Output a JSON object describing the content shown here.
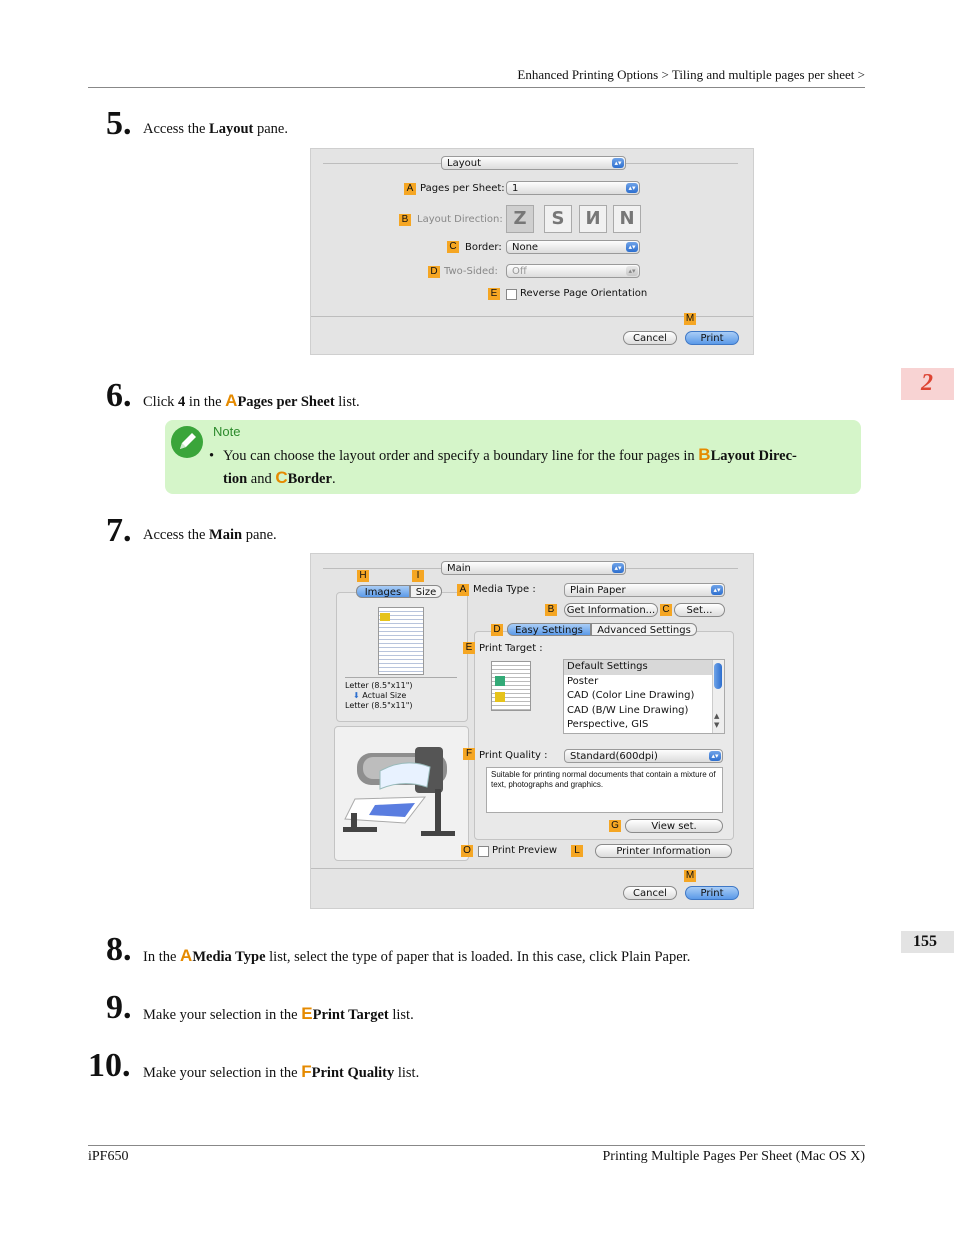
{
  "header": {
    "breadcrumb": "Enhanced Printing Options > Tiling and multiple pages per sheet >"
  },
  "side_tab": {
    "chapter": "2",
    "page": "155"
  },
  "steps": [
    {
      "num": "5.",
      "text_pre": "Access the ",
      "bold": "Layout",
      "text_post": " pane."
    },
    {
      "num": "6.",
      "text_pre": "Click ",
      "bold1": "4",
      "text_mid": " in the ",
      "label": "A",
      "bold2": "Pages per Sheet",
      "text_post": " list."
    },
    {
      "num": "7.",
      "text_pre": "Access the ",
      "bold": "Main",
      "text_post": " pane."
    },
    {
      "num": "8.",
      "text_pre": "In the ",
      "label": "A",
      "bold": "Media Type",
      "text_post": " list, select the type of paper that is loaded. In this case, click Plain Paper."
    },
    {
      "num": "9.",
      "text_pre": "Make your selection in the ",
      "label": "E",
      "bold": "Print Target",
      "text_post": " list."
    },
    {
      "num": "10.",
      "text_pre": "Make your selection in the ",
      "label": "F",
      "bold": "Print Quality",
      "text_post": " list."
    }
  ],
  "note": {
    "title": "Note",
    "bullet": "•",
    "line1_pre": "You can choose the layout order and specify a boundary line for the four pages in ",
    "label_b": "B",
    "bold_b1": "Layout Direc-",
    "bold_b2": "tion",
    "and": " and ",
    "label_c": "C",
    "bold_c": "Border",
    "end": "."
  },
  "layout_panel": {
    "pane_select": "Layout",
    "pages_per_sheet_label": "Pages per Sheet:",
    "pages_per_sheet_value": "1",
    "layout_direction_label": "Layout Direction:",
    "border_label": "Border:",
    "border_value": "None",
    "two_sided_label": "Two-Sided:",
    "two_sided_value": "Off",
    "reverse_label": "Reverse Page Orientation",
    "cancel": "Cancel",
    "print": "Print",
    "badges": {
      "a": "A",
      "b": "B",
      "c": "C",
      "d": "D",
      "e": "E",
      "m": "M"
    }
  },
  "main_panel": {
    "pane_select": "Main",
    "tab_images": "Images",
    "tab_size": "Size",
    "media_type_label": "Media Type :",
    "media_type_value": "Plain Paper",
    "get_info": "Get Information...",
    "set": "Set...",
    "tab_easy": "Easy Settings",
    "tab_advanced": "Advanced Settings",
    "print_target_label": "Print Target :",
    "print_targets": [
      "Default Settings",
      "Poster",
      "CAD (Color Line Drawing)",
      "CAD (B/W Line Drawing)",
      "Perspective, GIS"
    ],
    "paper_info1": "Letter (8.5\"x11\")",
    "paper_info2": "Actual Size",
    "paper_info3": "Letter (8.5\"x11\")",
    "print_quality_label": "Print Quality :",
    "print_quality_value": "Standard(600dpi)",
    "quality_desc": "Suitable for printing normal documents that contain a mixture of text, photographs and graphics.",
    "view_set": "View set.",
    "print_preview": "Print Preview",
    "printer_info": "Printer Information",
    "cancel": "Cancel",
    "print": "Print",
    "badges": {
      "h": "H",
      "i": "I",
      "a": "A",
      "b": "B",
      "c": "C",
      "d": "D",
      "e": "E",
      "f": "F",
      "g": "G",
      "o": "O",
      "l": "L",
      "m": "M"
    }
  },
  "footer": {
    "left": "iPF650",
    "right": "Printing Multiple Pages Per Sheet (Mac OS X)"
  }
}
